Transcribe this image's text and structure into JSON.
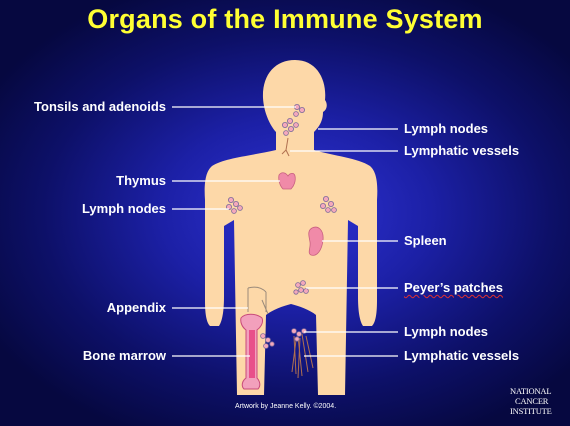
{
  "title": "Organs of the Immune System",
  "labels": {
    "tonsils": "Tonsils and adenoids",
    "thymus": "Thymus",
    "lymph_nodes_left": "Lymph nodes",
    "appendix": "Appendix",
    "bone_marrow": "Bone marrow",
    "lymph_nodes_neck": "Lymph nodes",
    "lymphatic_vessels_neck": "Lymphatic vessels",
    "spleen": "Spleen",
    "peyers_patches": "Peyer’s patches",
    "lymph_nodes_groin": "Lymph nodes",
    "lymphatic_vessels_leg": "Lymphatic vessels"
  },
  "credit": "Artwork by Jeanne Kelly. ©2004.",
  "logo": {
    "line1": "NATIONAL",
    "line2": "CANCER",
    "line3": "INSTITUTE"
  },
  "colors": {
    "background": "#1c20a6",
    "title": "#ffff33",
    "body": "#fdd8a8",
    "organ": "#f08aa8",
    "bone_marrow": "#e8508a",
    "leader_line": "#ffffff"
  }
}
